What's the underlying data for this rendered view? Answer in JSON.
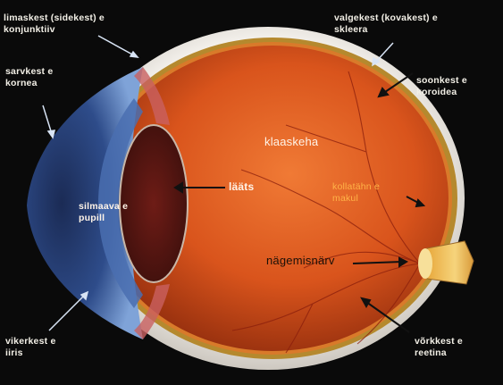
{
  "diagram": {
    "labels": {
      "conjunctiva": [
        "limaskest (sidekest) e",
        "konjunktiiv"
      ],
      "sclera": [
        "valgekest (kovakest) e",
        "skleera"
      ],
      "cornea": [
        "sarvkest e",
        "kornea"
      ],
      "choroid": [
        "soonkest e",
        "koroidea"
      ],
      "vitreous": "klaaskeha",
      "lens": "lääts",
      "pupil": [
        "silmaava e",
        "pupill"
      ],
      "macula": [
        "kollatähn e",
        "makul"
      ],
      "optic_nerve": "nägemisnärv",
      "iris": [
        "vikerkest e",
        "iiris"
      ],
      "retina": [
        "võrkkest e",
        "reetina"
      ]
    },
    "colors": {
      "background": "#0a0a0a",
      "vitreous": "#d9541c",
      "sclera": "#e9e6e0",
      "cornea_blue": "#3a5a9a",
      "optic_nerve": "#f0c35a",
      "label_text": "#f2efe6",
      "macula_label": "#ffb347"
    }
  }
}
